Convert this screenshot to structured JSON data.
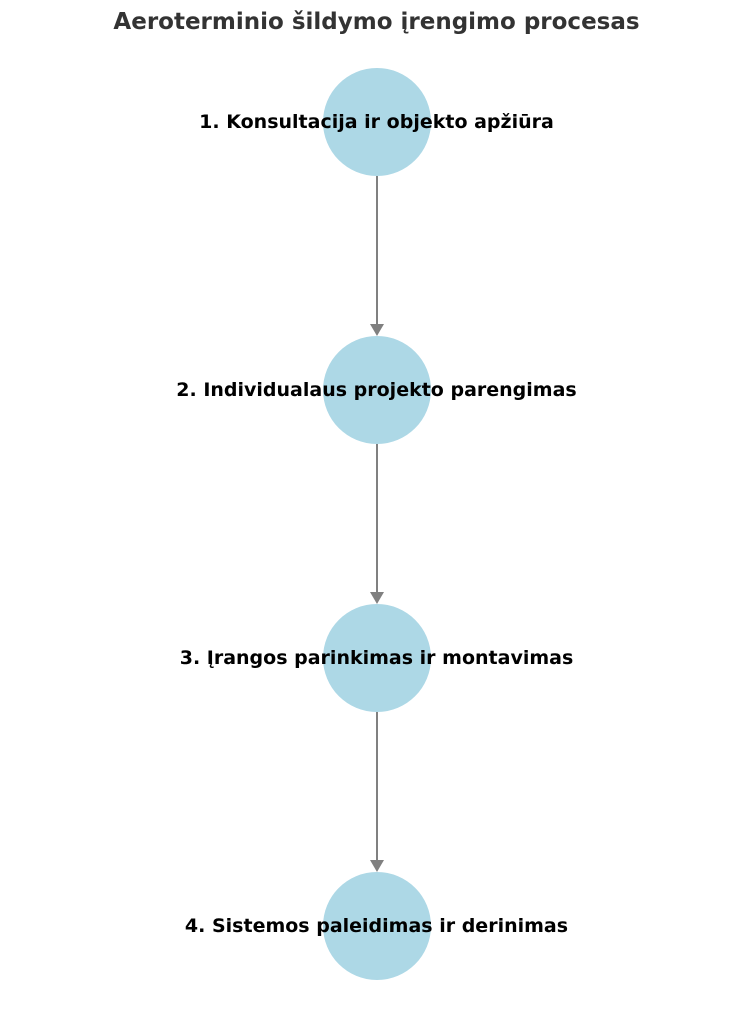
{
  "diagram": {
    "title": "Aeroterminio šildymo įrengimo procesas",
    "type": "vertical-flowchart",
    "steps": [
      {
        "label": "1. Konsultacija ir objekto apžiūra"
      },
      {
        "label": "2. Individualaus projekto parengimas"
      },
      {
        "label": "3. Įrangos parinkimas ir montavimas"
      },
      {
        "label": "4. Sistemos paleidimas ir derinimas"
      }
    ],
    "colors": {
      "background": "#FFFFFF",
      "node_fill": "#ADD8E6",
      "arrow": "#808080",
      "title_text": "#333333",
      "label_text": "#000000"
    }
  }
}
